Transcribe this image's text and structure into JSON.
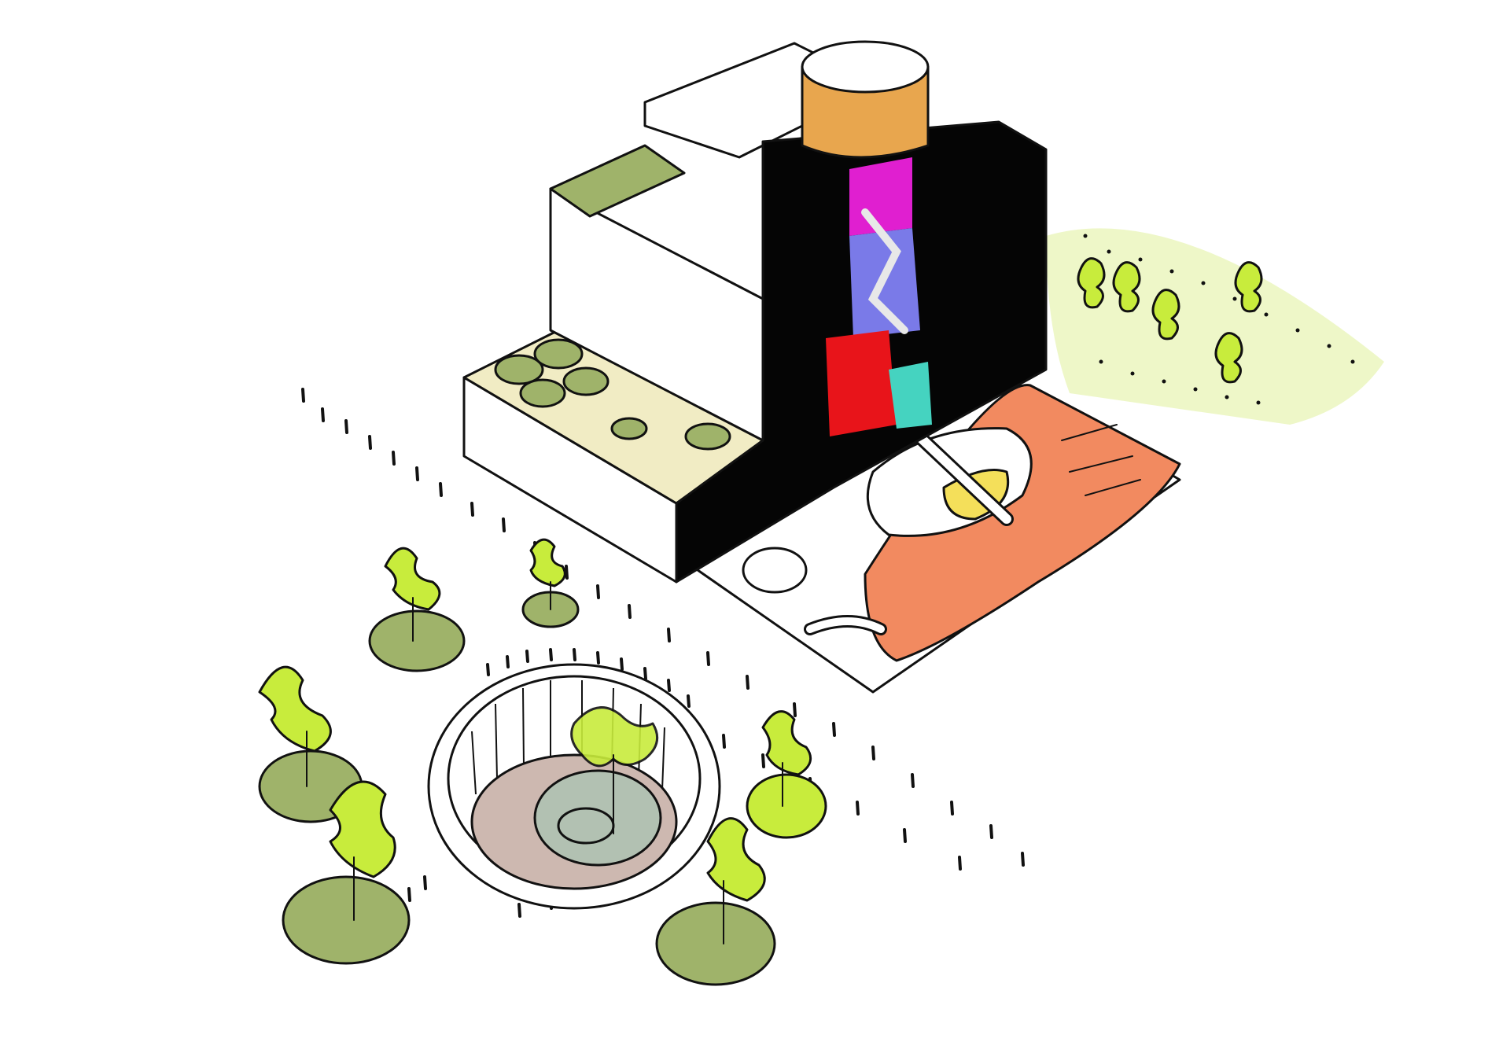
{
  "colors": {
    "ink": "#111111",
    "paper": "#ffffff",
    "tower_black": "#050505",
    "drum_orange": "#e8a64e",
    "leaf_lime": "#c8ec3c",
    "canopy_olive": "#9fb36a",
    "meadow_wash": "#eef7c8",
    "terrace_cream": "#f1ecc4",
    "plaza_salmon": "#f28a60",
    "atrium_red": "#e8141a",
    "atrium_magenta": "#e01fd0",
    "atrium_blue": "#7a7ae8",
    "atrium_cyan": "#45d3c0",
    "pit_rose": "#cdb8b0",
    "pit_sage": "#b2c1b2",
    "accent_yellow": "#f4df5a"
  },
  "elements": {
    "tower": "black-tower",
    "drum": "orange-drum",
    "podium": "white-stepped-podium",
    "plaza": "salmon-plaza-deck",
    "pit": "sunken-circular-court",
    "meadow": "green-meadow-strip",
    "trees": "lime-canopy-trees"
  },
  "trees": [
    {
      "name": "tree-1"
    },
    {
      "name": "tree-2"
    },
    {
      "name": "tree-3"
    },
    {
      "name": "tree-4"
    },
    {
      "name": "tree-5"
    },
    {
      "name": "tree-6"
    },
    {
      "name": "tree-7"
    }
  ]
}
